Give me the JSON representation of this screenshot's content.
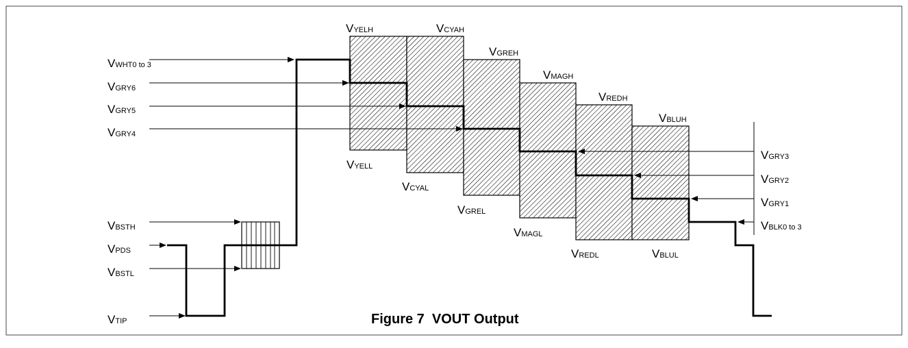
{
  "figure": {
    "caption": "Figure 7  VOUT Output"
  },
  "left_labels": [
    {
      "id": "vwht",
      "main": "V",
      "sub": "WHT0 to 3"
    },
    {
      "id": "vgry6",
      "main": "V",
      "sub": "GRY6"
    },
    {
      "id": "vgry5",
      "main": "V",
      "sub": "GRY5"
    },
    {
      "id": "vgry4",
      "main": "V",
      "sub": "GRY4"
    },
    {
      "id": "vbsth",
      "main": "V",
      "sub": "BSTH"
    },
    {
      "id": "vpds",
      "main": "V",
      "sub": "PDS"
    },
    {
      "id": "vbstl",
      "main": "V",
      "sub": "BSTL"
    },
    {
      "id": "vtip",
      "main": "V",
      "sub": "TIP"
    }
  ],
  "right_labels": [
    {
      "id": "vgry3",
      "main": "V",
      "sub": "GRY3"
    },
    {
      "id": "vgry2",
      "main": "V",
      "sub": "GRY2"
    },
    {
      "id": "vgry1",
      "main": "V",
      "sub": "GRY1"
    },
    {
      "id": "vblk",
      "main": "V",
      "sub": "BLK0 to 3"
    }
  ],
  "color_bars": [
    {
      "id": "yel",
      "high": {
        "main": "V",
        "sub": "YELH"
      },
      "low": {
        "main": "V",
        "sub": "YELL"
      }
    },
    {
      "id": "cya",
      "high": {
        "main": "V",
        "sub": "CYAH"
      },
      "low": {
        "main": "V",
        "sub": "CYAL"
      }
    },
    {
      "id": "gre",
      "high": {
        "main": "V",
        "sub": "GREH"
      },
      "low": {
        "main": "V",
        "sub": "GREL"
      }
    },
    {
      "id": "mag",
      "high": {
        "main": "V",
        "sub": "MAGH"
      },
      "low": {
        "main": "V",
        "sub": "MAGL"
      }
    },
    {
      "id": "red",
      "high": {
        "main": "V",
        "sub": "REDH"
      },
      "low": {
        "main": "V",
        "sub": "REDL"
      }
    },
    {
      "id": "blu",
      "high": {
        "main": "V",
        "sub": "BLUH"
      },
      "low": {
        "main": "V",
        "sub": "BLUL"
      }
    }
  ]
}
